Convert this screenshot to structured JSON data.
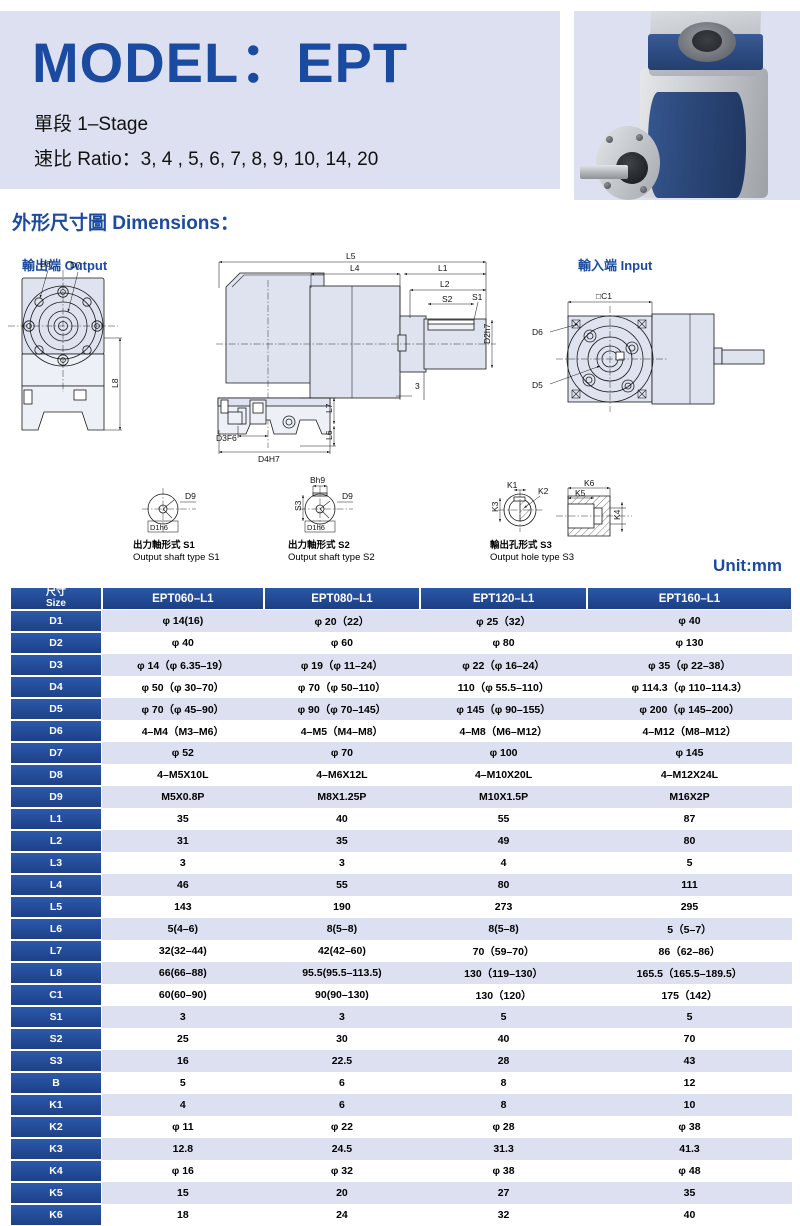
{
  "header": {
    "model_label": "MODEL：EPT",
    "stage": "單段 1–Stage",
    "ratio": "速比 Ratio：3, 4 , 5, 6, 7, 8, 9, 10, 14, 20",
    "accent_color": "#1b4ba0",
    "banner_bg": "#dde0f0"
  },
  "dimensions_section": {
    "heading": "外形尺寸圖 Dimensions：",
    "output_label": "輸出端 Output",
    "input_label": "輸入端 Input",
    "unit": "Unit:mm",
    "drawing_callouts": {
      "output_view": [
        "D8",
        "D7",
        "L8"
      ],
      "side_view": [
        "L5",
        "L4",
        "L1",
        "L2",
        "S2",
        "S1",
        "D2h7",
        "3",
        "L7",
        "L6",
        "D3F6",
        "D4H7"
      ],
      "input_view": [
        "□C1",
        "D6",
        "D5"
      ]
    },
    "shaft_types": [
      {
        "cn": "出力軸形式 S1",
        "en": "Output shaft type S1",
        "callouts": [
          "D9",
          "D1h6"
        ]
      },
      {
        "cn": "出力軸形式 S2",
        "en": "Output shaft type S2",
        "callouts": [
          "Bh9",
          "D9",
          "S3",
          "D1h6"
        ]
      },
      {
        "cn": "輸出孔形式 S3",
        "en": "Output hole type S3",
        "callouts": [
          "K1",
          "K2",
          "K3",
          "K5",
          "K6",
          "K4"
        ]
      }
    ]
  },
  "table": {
    "corner_header_cn": "尺寸",
    "corner_header_en": "Size",
    "columns": [
      "EPT060–L1",
      "EPT080–L1",
      "EPT120–L1",
      "EPT160–L1"
    ],
    "rows": [
      {
        "label": "D1",
        "values": [
          "φ 14(16)",
          "φ 20（22）",
          "φ 25（32）",
          "φ 40"
        ]
      },
      {
        "label": "D2",
        "values": [
          "φ 40",
          "φ 60",
          "φ 80",
          "φ 130"
        ]
      },
      {
        "label": "D3",
        "values": [
          "φ 14（φ 6.35–19）",
          "φ 19（φ 11–24）",
          "φ 22（φ 16–24）",
          "φ 35（φ 22–38）"
        ]
      },
      {
        "label": "D4",
        "values": [
          "φ 50（φ 30–70）",
          "φ 70（φ 50–110）",
          "110（φ 55.5–110）",
          "φ 114.3（φ 110–114.3）"
        ]
      },
      {
        "label": "D5",
        "values": [
          "φ 70（φ 45–90）",
          "φ 90（φ 70–145）",
          "φ 145（φ 90–155）",
          "φ 200（φ 145–200）"
        ]
      },
      {
        "label": "D6",
        "values": [
          "4–M4（M3–M6）",
          "4–M5（M4–M8）",
          "4–M8（M6–M12）",
          "4–M12（M8–M12）"
        ]
      },
      {
        "label": "D7",
        "values": [
          "φ 52",
          "φ 70",
          "φ 100",
          "φ 145"
        ]
      },
      {
        "label": "D8",
        "values": [
          "4–M5X10L",
          "4–M6X12L",
          "4–M10X20L",
          "4–M12X24L"
        ]
      },
      {
        "label": "D9",
        "values": [
          "M5X0.8P",
          "M8X1.25P",
          "M10X1.5P",
          "M16X2P"
        ]
      },
      {
        "label": "L1",
        "values": [
          "35",
          "40",
          "55",
          "87"
        ]
      },
      {
        "label": "L2",
        "values": [
          "31",
          "35",
          "49",
          "80"
        ]
      },
      {
        "label": "L3",
        "values": [
          "3",
          "3",
          "4",
          "5"
        ]
      },
      {
        "label": "L4",
        "values": [
          "46",
          "55",
          "80",
          "111"
        ]
      },
      {
        "label": "L5",
        "values": [
          "143",
          "190",
          "273",
          "295"
        ]
      },
      {
        "label": "L6",
        "values": [
          "5(4–6)",
          "8(5–8)",
          "8(5–8)",
          "5（5–7）"
        ]
      },
      {
        "label": "L7",
        "values": [
          "32(32–44)",
          "42(42–60)",
          "70（59–70）",
          "86（62–86）"
        ]
      },
      {
        "label": "L8",
        "values": [
          "66(66–88)",
          "95.5(95.5–113.5)",
          "130（119–130）",
          "165.5（165.5–189.5）"
        ]
      },
      {
        "label": "C1",
        "values": [
          "60(60–90)",
          "90(90–130)",
          "130（120）",
          "175（142）"
        ]
      },
      {
        "label": "S1",
        "values": [
          "3",
          "3",
          "5",
          "5"
        ]
      },
      {
        "label": "S2",
        "values": [
          "25",
          "30",
          "40",
          "70"
        ]
      },
      {
        "label": "S3",
        "values": [
          "16",
          "22.5",
          "28",
          "43"
        ]
      },
      {
        "label": "B",
        "values": [
          "5",
          "6",
          "8",
          "12"
        ]
      },
      {
        "label": "K1",
        "values": [
          "4",
          "6",
          "8",
          "10"
        ]
      },
      {
        "label": "K2",
        "values": [
          "φ 11",
          "φ 22",
          "φ 28",
          "φ 38"
        ]
      },
      {
        "label": "K3",
        "values": [
          "12.8",
          "24.5",
          "31.3",
          "41.3"
        ]
      },
      {
        "label": "K4",
        "values": [
          "φ 16",
          "φ 32",
          "φ 38",
          "φ 48"
        ]
      },
      {
        "label": "K5",
        "values": [
          "15",
          "20",
          "27",
          "35"
        ]
      },
      {
        "label": "K6",
        "values": [
          "18",
          "24",
          "32",
          "40"
        ]
      }
    ]
  }
}
